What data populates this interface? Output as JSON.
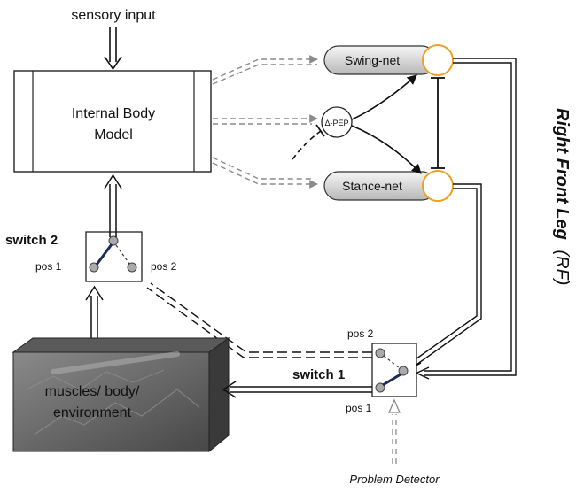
{
  "labels": {
    "sensory_input": "sensory input",
    "internal_body_model_line1": "Internal Body",
    "internal_body_model_line2": "Model",
    "swing_net": "Swing-net",
    "stance_net": "Stance-net",
    "delta_pep": "Δ-PEP",
    "switch2_title": "switch 2",
    "switch2_pos1": "pos 1",
    "switch2_pos2": "pos 2",
    "switch1_title": "switch 1",
    "switch1_pos1": "pos 1",
    "switch1_pos2": "pos 2",
    "environment_line1": "muscles/ body/",
    "environment_line2": "environment",
    "problem_detector": "Problem Detector",
    "leg_label_main": "Right Front Leg",
    "leg_label_abbr": "(RF)"
  },
  "colors": {
    "stroke": "#111111",
    "dashed_gray": "#8a8a8a",
    "net_fill_light": "#f4f4f4",
    "net_fill_dark": "#bdbdbd",
    "neuron_stroke": "#f0a020",
    "env_box_light": "#7a7a7a",
    "env_box_dark": "#3a3a3a",
    "switch_blade": "#1a2a5a"
  }
}
